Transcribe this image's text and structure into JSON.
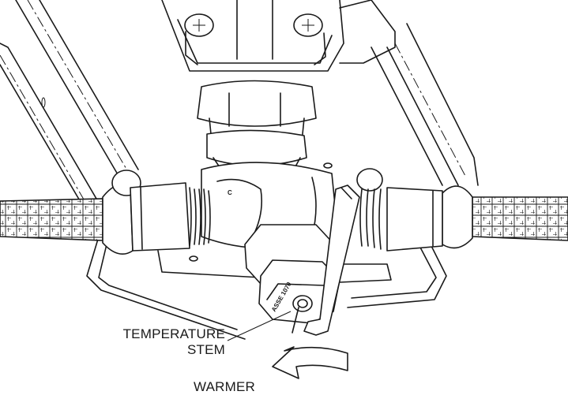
{
  "labels": {
    "temperature_stem": "TEMPERATURE\nSTEM",
    "temperature_line1": "TEMPERATURE",
    "temperature_line2": "STEM",
    "warmer": "WARMER"
  },
  "valve_markings": {
    "body_letter": "C",
    "dial_text": "ASSE 1070"
  }
}
